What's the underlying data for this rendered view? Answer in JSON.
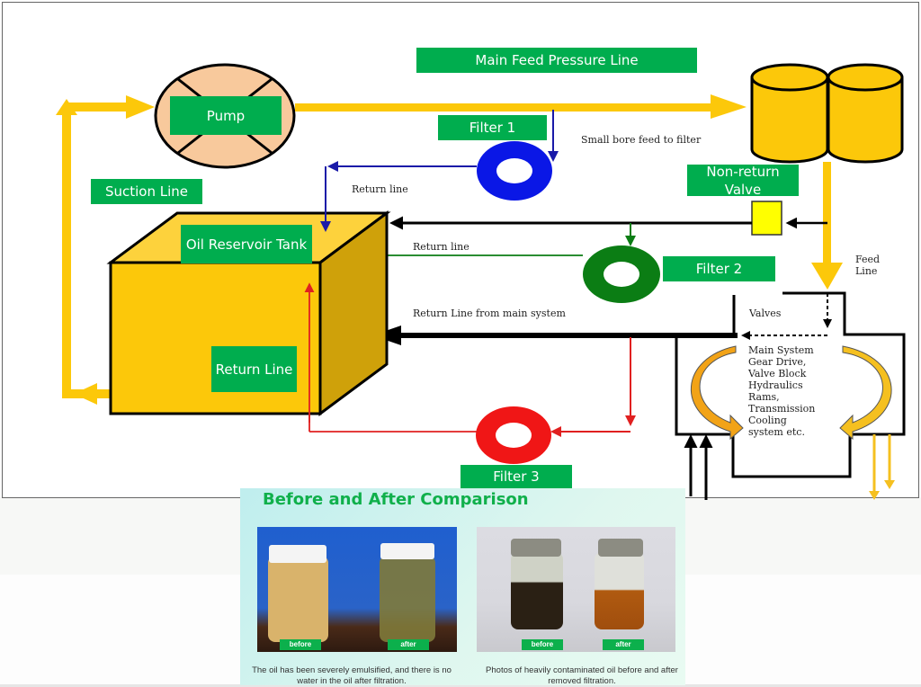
{
  "diagram": {
    "labels": {
      "main_feed": "Main Feed Pressure Line",
      "pump": "Pump",
      "filter1": "Filter 1",
      "suction": "Suction Line",
      "non_return": "Non-return Valve",
      "tank": "Oil Reservoir Tank",
      "filter2": "Filter 2",
      "return_line_box": "Return Line",
      "filter3": "Filter 3"
    },
    "annotations": {
      "small_bore": "Small bore feed to filter",
      "return_line_1": "Return line",
      "return_line_2": "Return line",
      "return_main": "Return Line from main system",
      "feed_line": "Feed Line",
      "valves": "Valves",
      "main_system": "Main System Gear Drive, Valve Block Hydraulics Rams, Transmission Cooling system etc."
    },
    "colors": {
      "oil_yellow": "#fcc80a",
      "label_green": "#00ad4e",
      "filter1_blue": "#0a17e6",
      "filter2_green": "#0b7d14",
      "filter3_red": "#f01616",
      "valve_yellow": "#ffff00",
      "pump_peach": "#f8c99c"
    }
  },
  "comparison": {
    "title": "Before and After Comparison",
    "left": {
      "tag_before": "before",
      "tag_after": "after",
      "caption": "The oil has been severely emulsified, and there is no water in the oil after filtration."
    },
    "right": {
      "tag_before": "before",
      "tag_after": "after",
      "caption": "Photos of heavily contaminated oil before and after removed filtration."
    }
  }
}
